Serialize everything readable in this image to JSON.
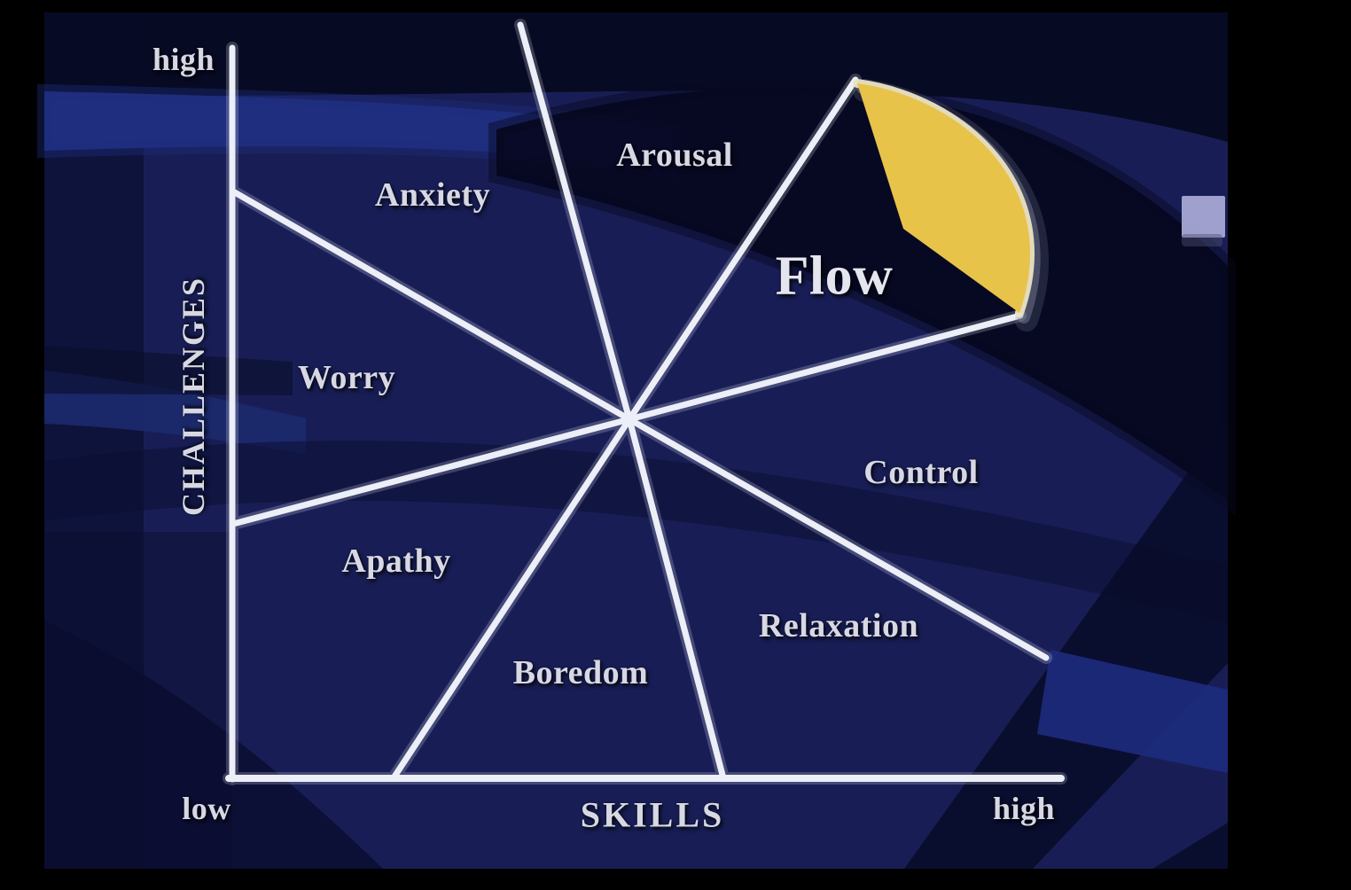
{
  "axes": {
    "y_label": "CHALLENGES",
    "x_label": "SKILLS",
    "y_max_tick": "high",
    "origin_tick": "low",
    "x_max_tick": "high"
  },
  "regions": [
    {
      "id": "anxiety",
      "label": "Anxiety"
    },
    {
      "id": "arousal",
      "label": "Arousal"
    },
    {
      "id": "flow",
      "label": "Flow"
    },
    {
      "id": "control",
      "label": "Control"
    },
    {
      "id": "relaxation",
      "label": "Relaxation"
    },
    {
      "id": "boredom",
      "label": "Boredom"
    },
    {
      "id": "apathy",
      "label": "Apathy"
    },
    {
      "id": "worry",
      "label": "Worry"
    }
  ],
  "highlight": {
    "shape": "flow-channel-wedge",
    "color": "#e8c349",
    "rim_color": "#eae3c2"
  },
  "colors": {
    "letterbox_black": "#000000",
    "slide_navy": "#181e55",
    "dark_sweep": "#06081f",
    "royal_band": "#1f2e7e",
    "line_white": "#eceef8",
    "label_text": "#d7d8e4",
    "lavender_fragment": "#a7a8d4"
  }
}
